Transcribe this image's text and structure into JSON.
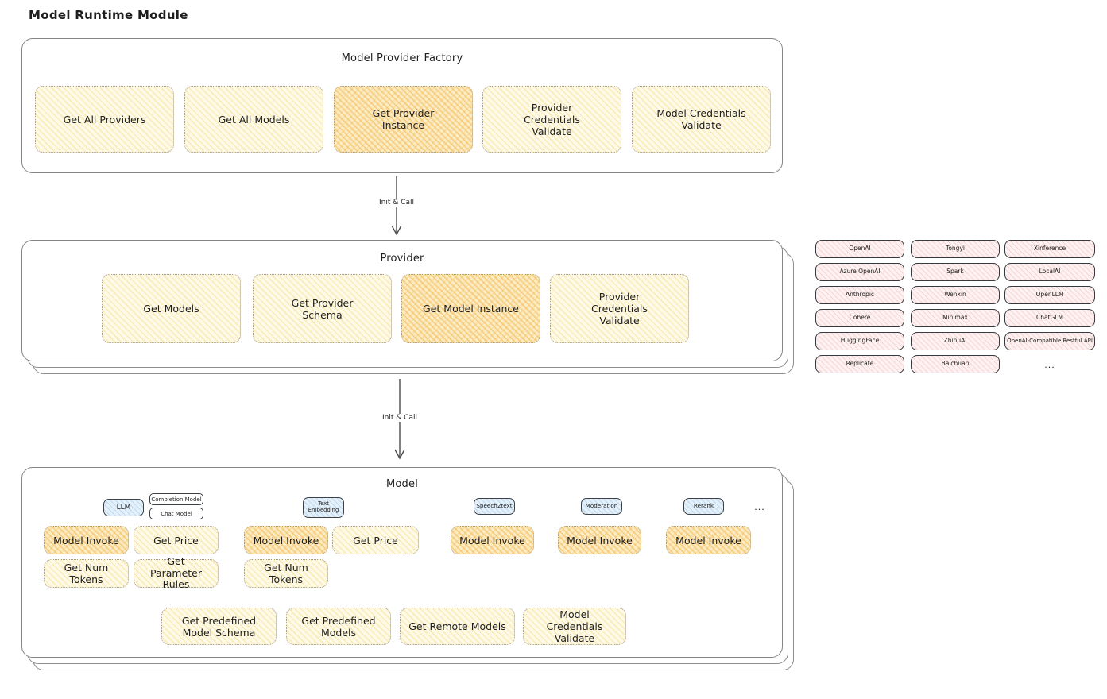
{
  "page_title": "Model Runtime Module",
  "colors": {
    "yellow_fill": "#fefae7",
    "orange_fill": "#fcecc4",
    "pink_fill": "#fdf1f1",
    "blue_fill": "#e4f0fa",
    "container_border": "#858585",
    "text": "#1e1e1e"
  },
  "arrows": {
    "factory_to_provider_label": "Init & Call",
    "provider_to_model_label": "Init & Call"
  },
  "factory": {
    "title": "Model Provider Factory",
    "boxes": [
      "Get All Providers",
      "Get All Models",
      "Get Provider Instance",
      "Provider Credentials Validate",
      "Model Credentials Validate"
    ]
  },
  "provider": {
    "title": "Provider",
    "boxes": [
      "Get Models",
      "Get Provider Schema",
      "Get Model Instance",
      "Provider Credentials Validate"
    ]
  },
  "providers_grid": {
    "col1": [
      "OpenAI",
      "Azure OpenAI",
      "Anthropic",
      "Cohere",
      "HuggingFace",
      "Replicate"
    ],
    "col2": [
      "Tongyi",
      "Spark",
      "Wenxin",
      "Minimax",
      "ZhipuAI",
      "Baichuan"
    ],
    "col3": [
      "Xinference",
      "LocalAI",
      "OpenLLM",
      "ChatGLM",
      "OpenAI-Compatible Restful API"
    ],
    "ellipsis": "..."
  },
  "model": {
    "title": "Model",
    "tags": {
      "llm": "LLM",
      "completion": "Completion Model",
      "chat": "Chat Model",
      "text_embedding": "Text Embedding",
      "speech2text": "Speech2text",
      "moderation": "Moderation",
      "rerank": "Rerank",
      "ellipsis": "..."
    },
    "row1": [
      "Model Invoke",
      "Get Price",
      "Model Invoke",
      "Get Price",
      "Model Invoke",
      "Model Invoke",
      "Model Invoke"
    ],
    "row2": [
      "Get Num Tokens",
      "Get Parameter Rules",
      "Get Num Tokens"
    ],
    "row3": [
      "Get Predefined Model Schema",
      "Get Predefined Models",
      "Get Remote Models",
      "Model Credentials Validate"
    ]
  }
}
